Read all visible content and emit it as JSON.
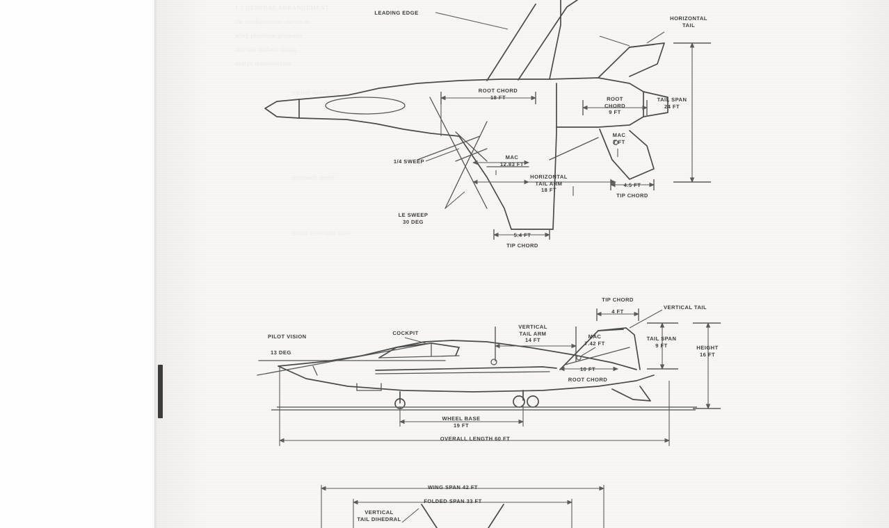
{
  "document": {
    "type": "aircraft-three-view-general-arrangement-drawing",
    "medium": "scanned-page"
  },
  "views": {
    "top": {
      "name": "top-planform-view",
      "labels": {
        "leading_edge": "LEADING EDGE",
        "horizontal_tail": "HORIZONTAL\nTAIL",
        "wing_root_chord": "ROOT CHORD\n18 FT",
        "wing_mac": "MAC\n12.83 FT",
        "wing_tip_chord_value": "5.4 FT",
        "wing_tip_chord_label": "TIP CHORD",
        "quarter_sweep": "1/4 SWEEP",
        "le_sweep": "LE SWEEP\n30 DEG",
        "htail_root_chord": "ROOT\nCHORD\n9 FT",
        "htail_mac": "MAC\n7 FT",
        "htail_tip_chord_value": "4.5 FT",
        "htail_tip_chord_label": "TIP CHORD",
        "htail_arm": "HORIZONTAL\nTAIL ARM\n18 FT",
        "tail_span": "TAIL SPAN\n24 FT"
      }
    },
    "side": {
      "name": "side-profile-view",
      "labels": {
        "pilot_vision": "PILOT VISION",
        "pilot_vision_angle": "13 DEG",
        "cockpit": "COCKPIT",
        "vertical_tail": "VERTICAL TAIL",
        "vtail_arm": "VERTICAL\nTAIL ARM\n14 FT",
        "vtail_tip_chord_label": "TIP CHORD",
        "vtail_tip_chord_value": "4 FT",
        "vtail_mac": "MAC\n7.42 FT",
        "vtail_root_chord_value": "10 FT",
        "vtail_root_chord_label": "ROOT CHORD",
        "vtail_span": "TAIL SPAN\n9 FT",
        "height": "HEIGHT\n16 FT",
        "wheel_base": "WHEEL BASE\n19 FT",
        "overall_length": "OVERALL LENGTH 60 FT"
      }
    },
    "front": {
      "name": "front-view",
      "labels": {
        "wing_span": "WING SPAN 42 FT",
        "folded_span": "FOLDED SPAN 33 FT",
        "vtail_dihedral": "VERTICAL\nTAIL DIHEDRAL"
      }
    }
  },
  "dimensions": {
    "wing_root_chord_ft": 18,
    "wing_mac_ft": 12.83,
    "wing_tip_chord_ft": 5.4,
    "le_sweep_deg": 30,
    "htail_root_chord_ft": 9,
    "htail_mac_ft": 7,
    "htail_tip_chord_ft": 4.5,
    "htail_arm_ft": 18,
    "htail_span_ft": 24,
    "vtail_arm_ft": 14,
    "vtail_tip_chord_ft": 4,
    "vtail_mac_ft": 7.42,
    "vtail_root_chord_ft": 10,
    "vtail_span_ft": 9,
    "height_ft": 16,
    "wheel_base_ft": 19,
    "overall_length_ft": 60,
    "wing_span_ft": 42,
    "folded_span_ft": 33,
    "pilot_vision_deg": 13
  },
  "colors": {
    "ink": "#4a4a4a",
    "paper": "#f7f6f4",
    "margin": "#fefefe",
    "tab": "#3a3a3a"
  },
  "ghost_text": [
    "1.1  GENERAL ARRANGEMENT",
    "the configuration shown in",
    "wing planform geometry",
    "and tail surface sizing",
    "design requirements",
    "carrier suitability",
    "approach speed",
    "thrust to weight ratio"
  ]
}
